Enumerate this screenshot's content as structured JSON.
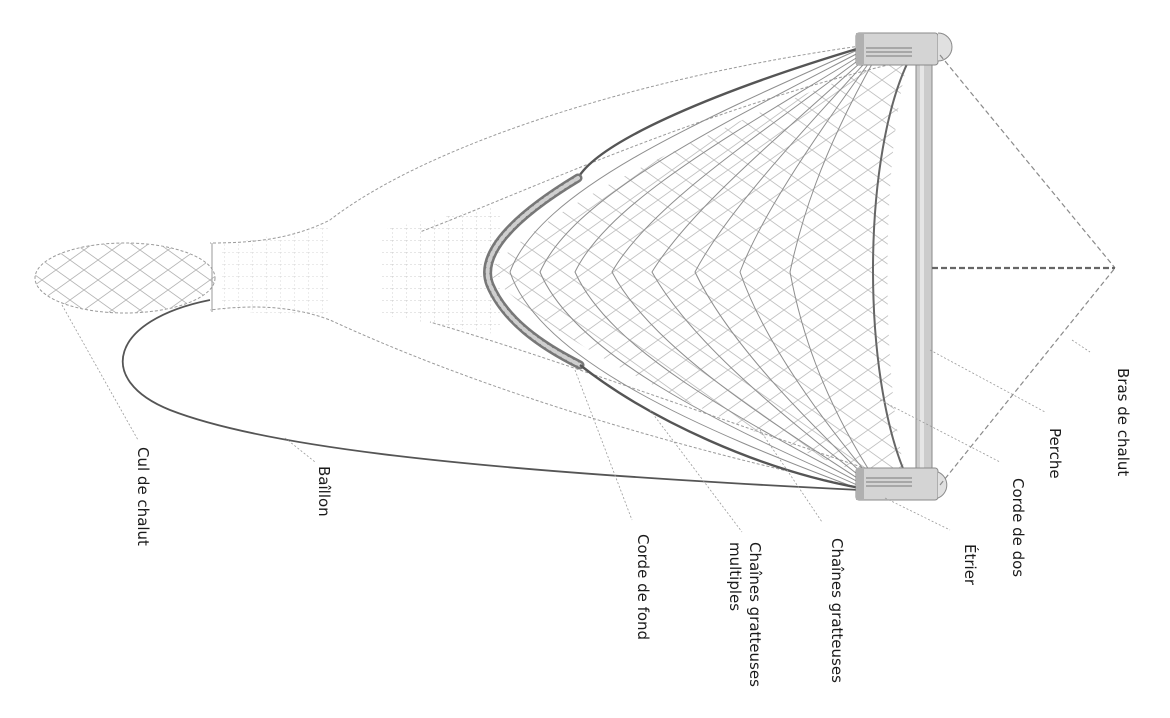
{
  "labels": {
    "cul_de_chalut": "Cul de chalut",
    "baillon": "Baîllon",
    "corde_de_fond": "Corde de fond",
    "chaines_multiples_1": "Chaînes gratteuses",
    "chaines_multiples_2": "multiples",
    "chaines_gratteuses": "Chaînes gratteuses",
    "etrier": "Étrier",
    "corde_de_dos": "Corde de dos",
    "perche": "Perche",
    "bras_de_chalut": "Bras de chalut"
  },
  "colors": {
    "outline": "#9a9a9a",
    "mesh": "#b4b4b4",
    "dark_line": "#555555",
    "beam": "#c8c8c8",
    "label": "#1a1a1a"
  }
}
